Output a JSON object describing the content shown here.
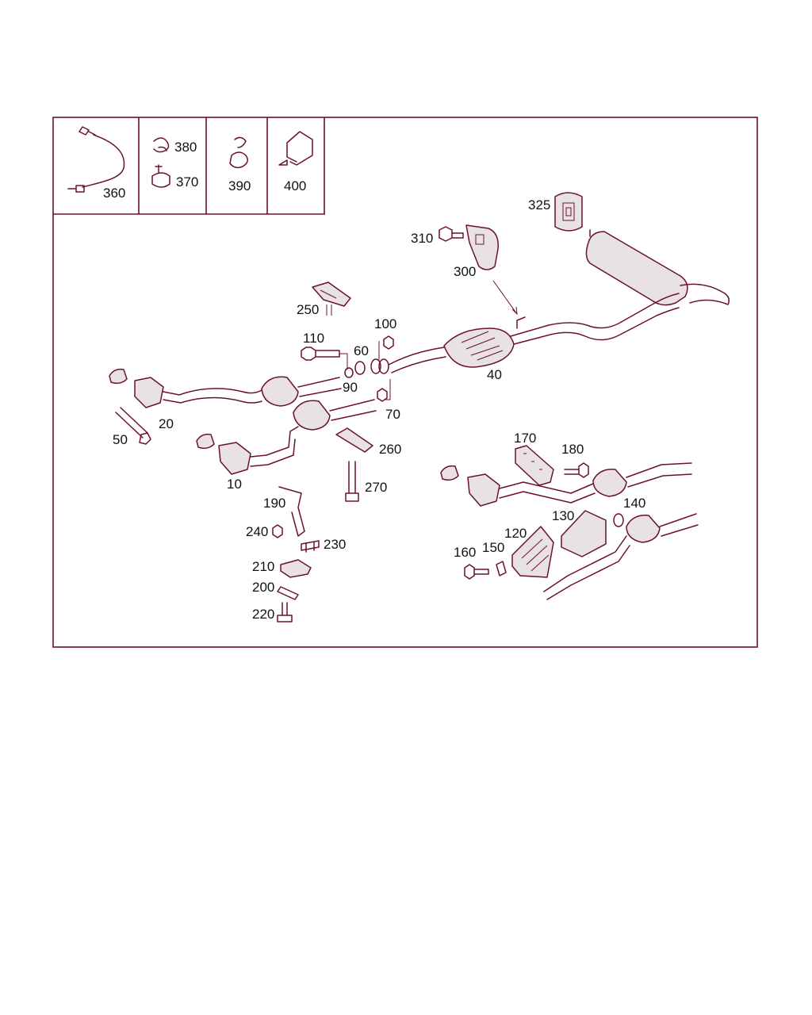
{
  "callouts": {
    "c360": "360",
    "c380": "380",
    "c370": "370",
    "c390": "390",
    "c400": "400",
    "c325": "325",
    "c310": "310",
    "c300": "300",
    "c250": "250",
    "c110": "110",
    "c100": "100",
    "c60": "60",
    "c90": "90",
    "c70": "70",
    "c40": "40",
    "c20": "20",
    "c50": "50",
    "c10": "10",
    "c260": "260",
    "c270": "270",
    "c190": "190",
    "c240": "240",
    "c230": "230",
    "c210": "210",
    "c200": "200",
    "c220": "220",
    "c170": "170",
    "c180": "180",
    "c140": "140",
    "c130": "130",
    "c120": "120",
    "c160": "160",
    "c150": "150"
  },
  "colors": {
    "line": "#6b1030",
    "text": "#111111",
    "fill": "#e9e2e5"
  }
}
